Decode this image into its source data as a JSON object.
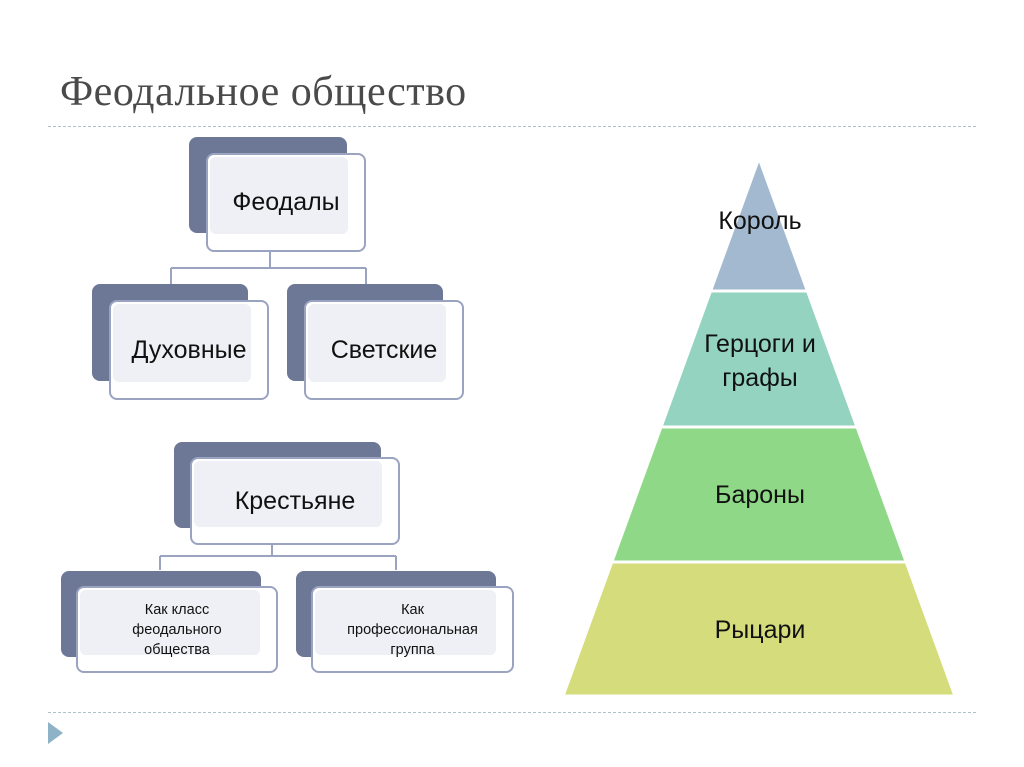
{
  "title": "Феодальное общество",
  "feudals": {
    "root": "Феодалы",
    "children": [
      "Духовные",
      "Светские"
    ]
  },
  "peasants": {
    "root": "Крестьяне",
    "children": [
      "Как класс\nфеодального\nобщества",
      "Как\nпрофессиональная\nгруппа"
    ]
  },
  "pyramid": {
    "levels": [
      {
        "label": "Король",
        "color": "#a3b9cf"
      },
      {
        "label": "Герцоги и\nграфы",
        "color": "#93d3bf"
      },
      {
        "label": "Бароны",
        "color": "#8fd887"
      },
      {
        "label": "Рыцари",
        "color": "#d5dc7c"
      }
    ]
  },
  "colors": {
    "title": "#4a4a4a",
    "rule": "#aec2cc",
    "node_back": "#6d7796",
    "node_border": "#9aa3c0",
    "nav_arrow": "#8fb3c6"
  },
  "icons": {
    "nav": "triangle-right-icon"
  }
}
